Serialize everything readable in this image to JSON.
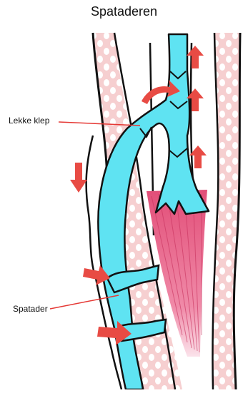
{
  "title": "Spataderen",
  "labels": {
    "lekke_klep": "Lekke klep",
    "spatader": "Spatader"
  },
  "colors": {
    "vein": "#5fe3f2",
    "skin_pink": "#f6cfd0",
    "muscle": "#e8547a",
    "arrow": "#e84b44",
    "outline": "#111111",
    "pointer": "#e53935"
  },
  "icons": {
    "flow_arrow": "arrow-icon"
  }
}
